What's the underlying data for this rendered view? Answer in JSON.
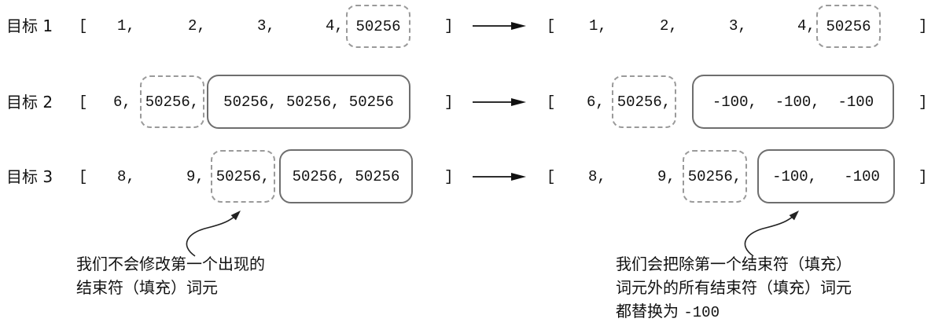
{
  "figure": {
    "type": "token-masking-diagram",
    "description_visible_text_only": true
  },
  "rows": [
    {
      "label": "目标 1",
      "left": {
        "open": "[",
        "t1": "1,",
        "t2": "2,",
        "t3": "3,",
        "t4": "4,",
        "eos": "50256",
        "close": "]"
      },
      "right": {
        "open": "[",
        "t1": "1,",
        "t2": "2,",
        "t3": "3,",
        "t4": "4,",
        "eos": "50256",
        "close": "]"
      }
    },
    {
      "label": "目标 2",
      "left": {
        "open": "[",
        "t1": "6,",
        "eos": "50256,",
        "masked": "50256, 50256, 50256",
        "close": "]"
      },
      "right": {
        "open": "[",
        "t1": "6,",
        "eos": "50256,",
        "masked": "-100,  -100,  -100",
        "close": "]"
      }
    },
    {
      "label": "目标 3",
      "left": {
        "open": "[",
        "t1": "8,",
        "t2": "9,",
        "eos": "50256,",
        "masked": "50256, 50256",
        "close": "]"
      },
      "right": {
        "open": "[",
        "t1": "8,",
        "t2": "9,",
        "eos": "50256,",
        "masked": "-100,   -100",
        "close": "]"
      }
    }
  ],
  "annotations": {
    "left": {
      "line1": "我们不会修改第一个出现的",
      "line2": "结束符（填充）词元"
    },
    "right": {
      "line1": "我们会把除第一个结束符（填充）",
      "line2": "词元外的所有结束符（填充）词元",
      "line3_prefix": "都替换为 ",
      "line3_code": "-100"
    }
  },
  "special_values": {
    "eos_pad_token_id": "50256",
    "ignore_index": "-100"
  },
  "colors": {
    "background": "#ffffff",
    "text": "#111111",
    "dashed_box_border": "#9a9a9a",
    "solid_box_border": "#6e6e6e",
    "arrow": "#111111"
  }
}
